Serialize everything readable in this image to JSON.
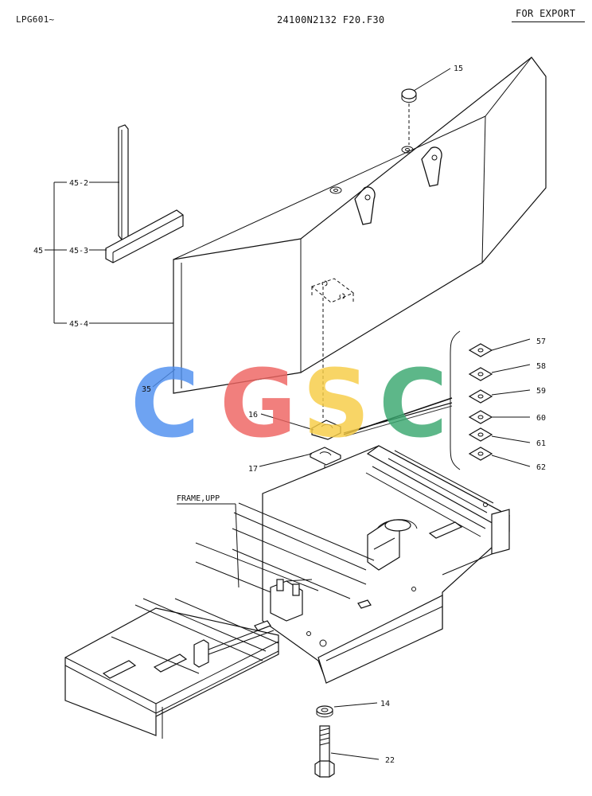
{
  "header": {
    "doc_code": "LPG601~",
    "part_number_model": "24100N2132 F20.F30",
    "market": "FOR EXPORT"
  },
  "callouts": {
    "c15": "15",
    "c45_2": "45-2",
    "c45": "45",
    "c45_3": "45-3",
    "c45_4": "45-4",
    "c35": "35",
    "c16": "16",
    "c17": "17",
    "c57": "57",
    "c58": "58",
    "c59": "59",
    "c60": "60",
    "c61": "61",
    "c62": "62",
    "frame": "FRAME,UPP",
    "c14": "14",
    "c22": "22"
  },
  "watermark": {
    "text": "CGSC",
    "letters": [
      "C",
      "G",
      "S",
      "C"
    ],
    "colors": [
      "#4f8ff0",
      "#ef6461",
      "#f7cc45",
      "#3aa870"
    ]
  }
}
